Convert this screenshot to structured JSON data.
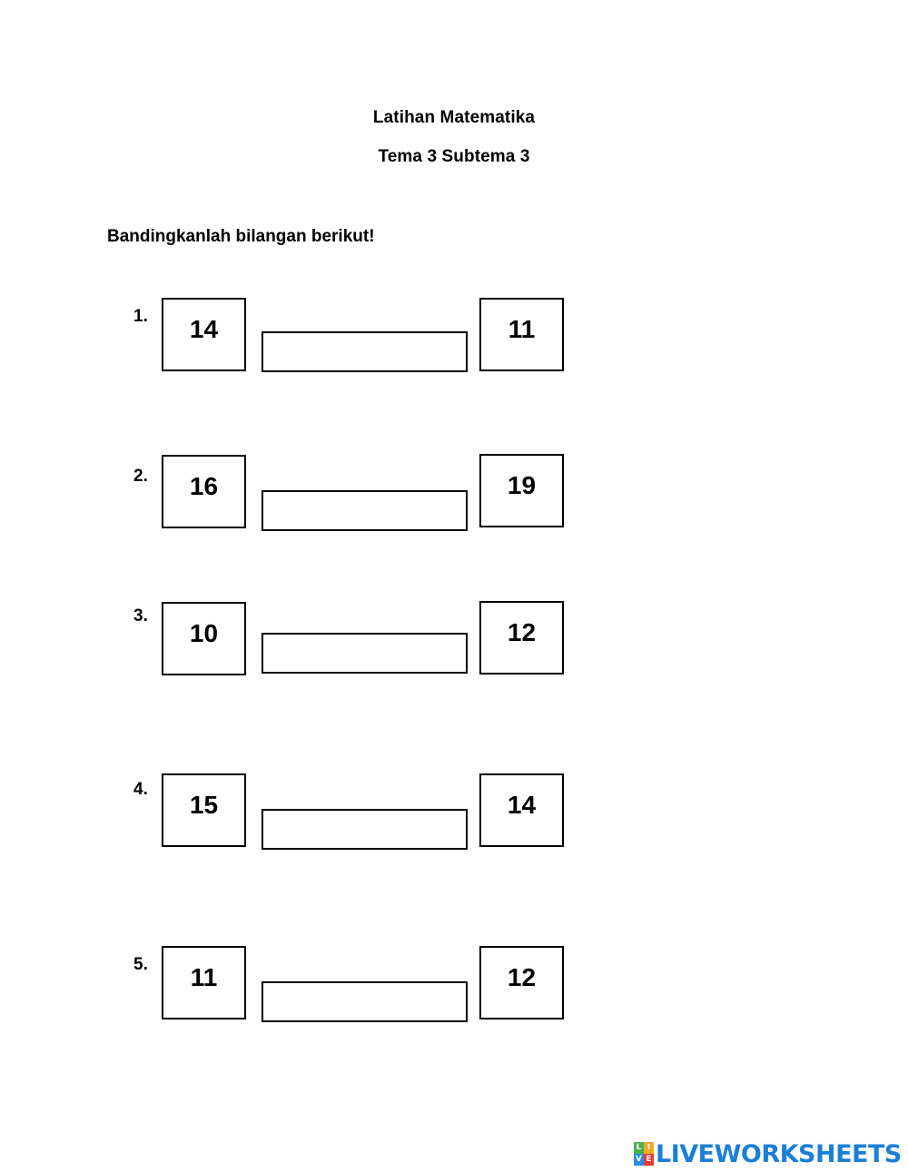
{
  "header": {
    "title": "Latihan Matematika",
    "subtitle": "Tema 3 Subtema 3"
  },
  "instruction": "Bandingkanlah bilangan berikut!",
  "items": [
    {
      "number": "1.",
      "left": "14",
      "right": "11",
      "answer": ""
    },
    {
      "number": "2.",
      "left": "16",
      "right": "19",
      "answer": ""
    },
    {
      "number": "3.",
      "left": "10",
      "right": "12",
      "answer": ""
    },
    {
      "number": "4.",
      "left": "15",
      "right": "14",
      "answer": ""
    },
    {
      "number": "5.",
      "left": "11",
      "right": "12",
      "answer": ""
    }
  ],
  "footer": {
    "logo_text": "LIVEWORKSHEETS",
    "logo_mark_letters": [
      "L",
      "I",
      "V",
      "E"
    ],
    "logo_icon": "liveworksheets-logo-icon",
    "brand_color": "#1c7fd6"
  }
}
